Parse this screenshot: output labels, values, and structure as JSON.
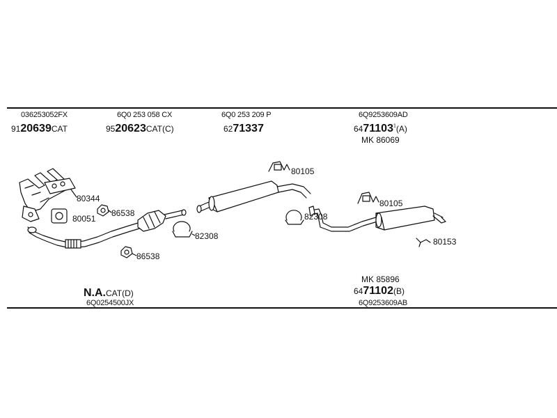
{
  "top_labels": {
    "col1": {
      "oe": "036253052FX",
      "num_prefix": "91",
      "num_bold": "20639",
      "num_suffix": "CAT"
    },
    "col2": {
      "oe": "6Q0 253 058 CX",
      "num_prefix": "95",
      "num_bold": "20623",
      "num_suffix": "CAT(C)"
    },
    "col3": {
      "oe": "6Q0 253 209 P",
      "num_prefix": "62",
      "num_bold": "71337",
      "num_suffix": ""
    },
    "col4": {
      "oe": "6Q9253609AD",
      "num_prefix": "64",
      "num_bold": "71103",
      "num_suffix": "(A)",
      "mk": "MK  86069"
    }
  },
  "bottom_labels": {
    "left": {
      "code_bold": "N.A.",
      "code_suffix": "CAT(D)",
      "oe": "6Q0254500JX"
    },
    "right": {
      "mk": "MK  85896",
      "num_prefix": "64",
      "num_bold": "71102",
      "num_suffix": "(B)",
      "oe": "6Q9253609AB"
    }
  },
  "part_numbers": {
    "p80344": "80344",
    "p80051": "80051",
    "p86538a": "86538",
    "p86538b": "86538",
    "p82308a": "82308",
    "p82308b": "82308",
    "p80105a": "80105",
    "p80105b": "80105",
    "p80153": "80153"
  }
}
